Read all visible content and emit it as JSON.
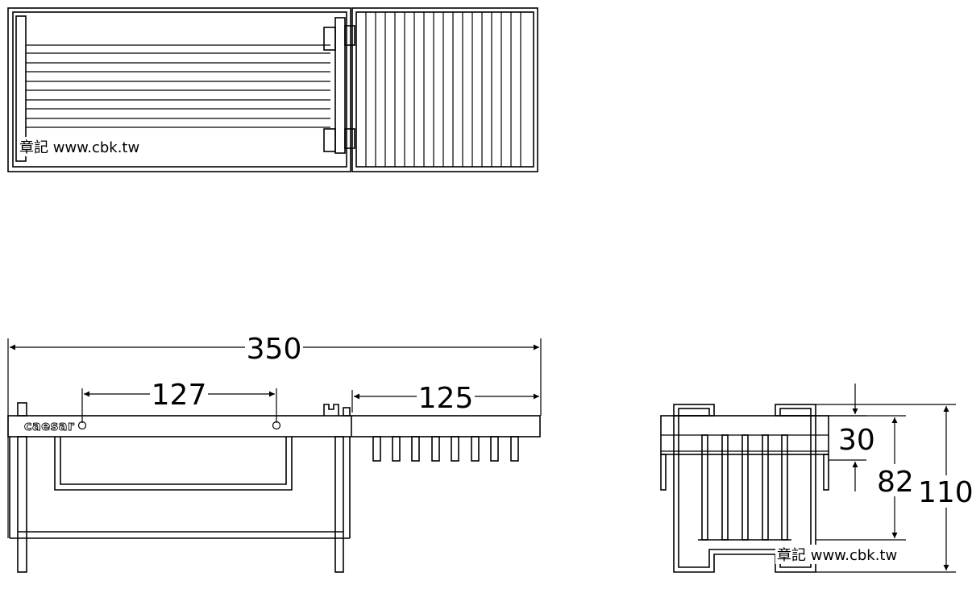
{
  "dimensions": {
    "overall_length": "350",
    "hole_spacing": "127",
    "shelf_length": "125",
    "rail_height": "30",
    "body_height": "82",
    "total_height": "110"
  },
  "watermark_top": "章記 www.cbk.tw",
  "watermark_side": "章記 www.cbk.tw",
  "brand": "caesar"
}
